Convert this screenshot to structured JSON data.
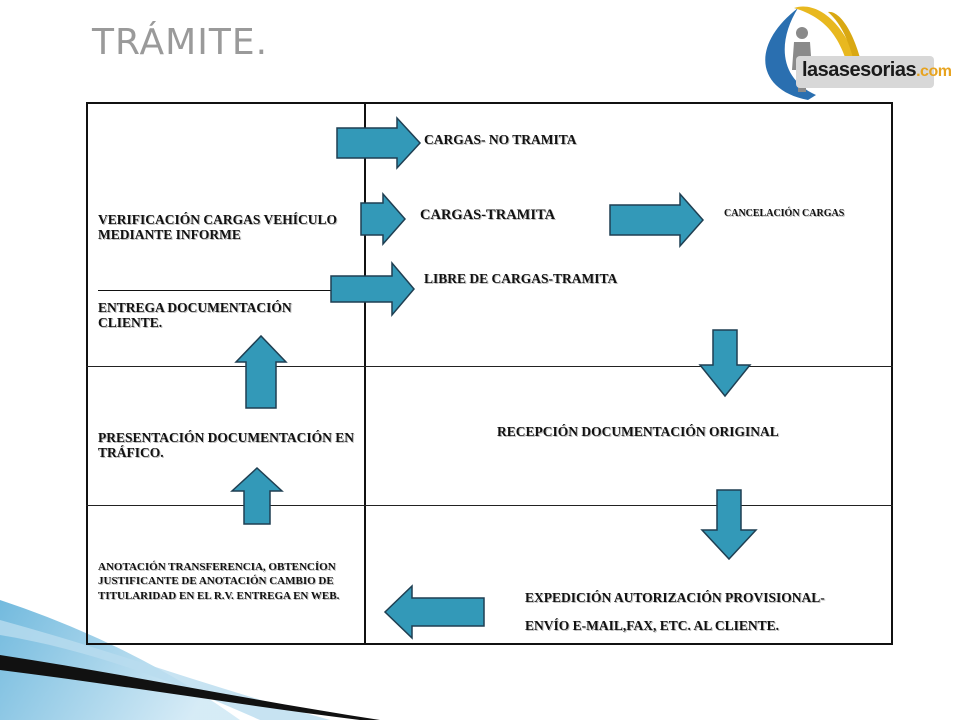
{
  "title": "TRÁMITE.",
  "logo": {
    "name": "lasasesorias",
    "suffix": ".com"
  },
  "colors": {
    "arrow_fill": "#3399b8",
    "arrow_stroke": "#1f3f52",
    "title": "#9a9a9a"
  },
  "left_column": {
    "verification": "VERIFICACIÓN CARGAS VEHÍCULO MEDIANTE INFORME",
    "delivery": "ENTREGA DOCUMENTACIÓN CLIENTE.",
    "presentation": "PRESENTACIÓN DOCUMENTACIÓN EN TRÁFICO.",
    "annotation": "ANOTACIÓN TRANSFERENCIA, OBTENCÍON JUSTIFICANTE DE ANOTACIÓN CAMBIO DE TITULARIDAD EN EL R.V. ENTREGA EN WEB."
  },
  "right_column": {
    "no_tramita": "CARGAS- NO TRAMITA",
    "tramita": "CARGAS-TRAMITA",
    "cancelacion": "CANCELACIÓN CARGAS",
    "libre": "LIBRE DE CARGAS-TRAMITA",
    "recepcion": "RECEPCIÓN DOCUMENTACIÓN ORIGINAL",
    "expedicion_1": "EXPEDICIÓN AUTORIZACIÓN PROVISIONAL-",
    "expedicion_2": "ENVÍO E-MAIL,FAX, ETC. AL CLIENTE."
  }
}
